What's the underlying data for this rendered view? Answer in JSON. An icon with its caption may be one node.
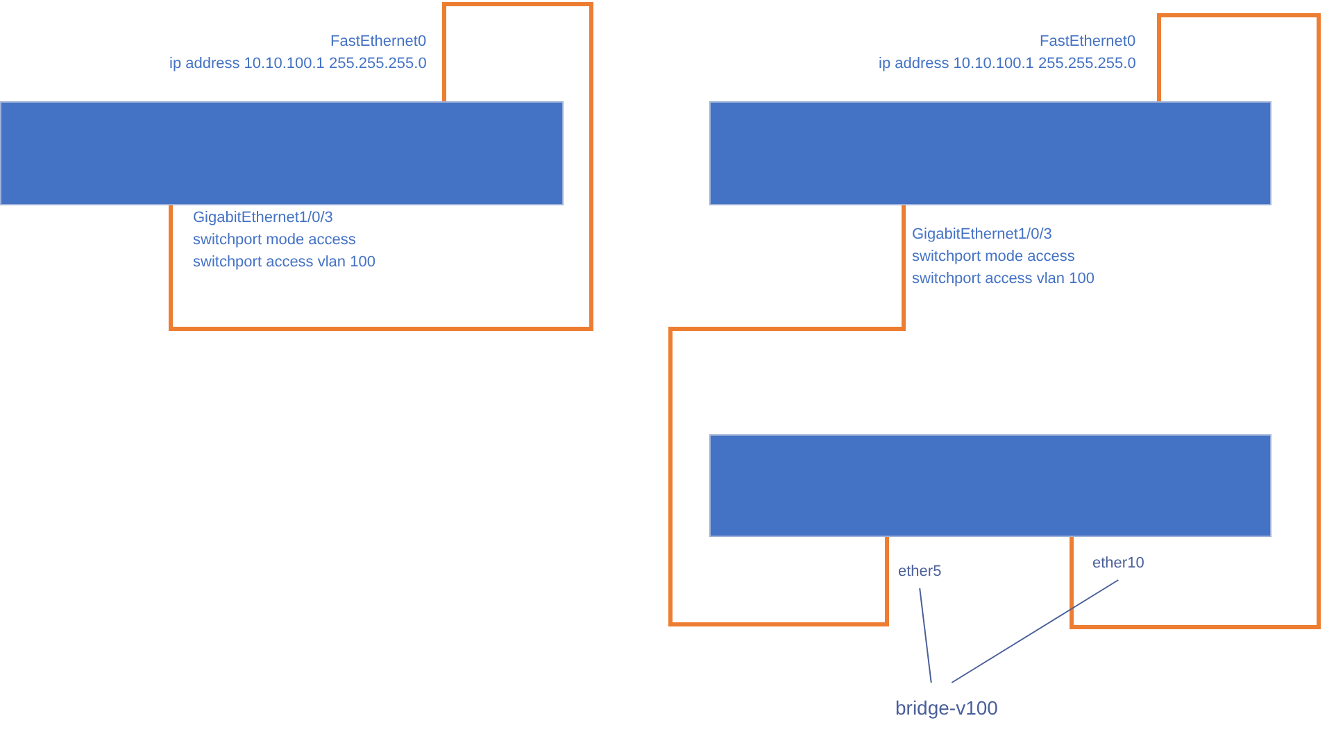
{
  "diagram": {
    "nodes": [
      {
        "text": [],
        "shape": "box",
        "beside": [
          "FastEthernet0",
          "ip address 10.10.100.1 255.255.255.0",
          "GigabitEthernet1/0/3",
          "switchport mode access",
          "switchport access vlan 100"
        ]
      },
      {
        "text": [],
        "shape": "box",
        "beside": [
          "FastEthernet0",
          "ip address 10.10.100.1 255.255.255.0",
          "GigabitEthernet1/0/3",
          "switchport mode access",
          "switchport access vlan 100"
        ]
      },
      {
        "text": [],
        "shape": "box"
      },
      {
        "text": [
          "ether5"
        ]
      },
      {
        "text": [
          "ether10"
        ]
      },
      {
        "text": [
          "bridge-v100"
        ]
      }
    ],
    "edges": [
      {
        "from": 0,
        "to": 0,
        "arrow": "none"
      },
      {
        "from": 1,
        "to": 2,
        "arrow": "none"
      },
      {
        "from": 1,
        "to": 2,
        "arrow": "none"
      },
      {
        "from": 3,
        "to": 5,
        "arrow": "none",
        "color": "#4a5f9a"
      },
      {
        "from": 4,
        "to": 5,
        "arrow": "none",
        "color": "#4a5f9a"
      }
    ]
  }
}
